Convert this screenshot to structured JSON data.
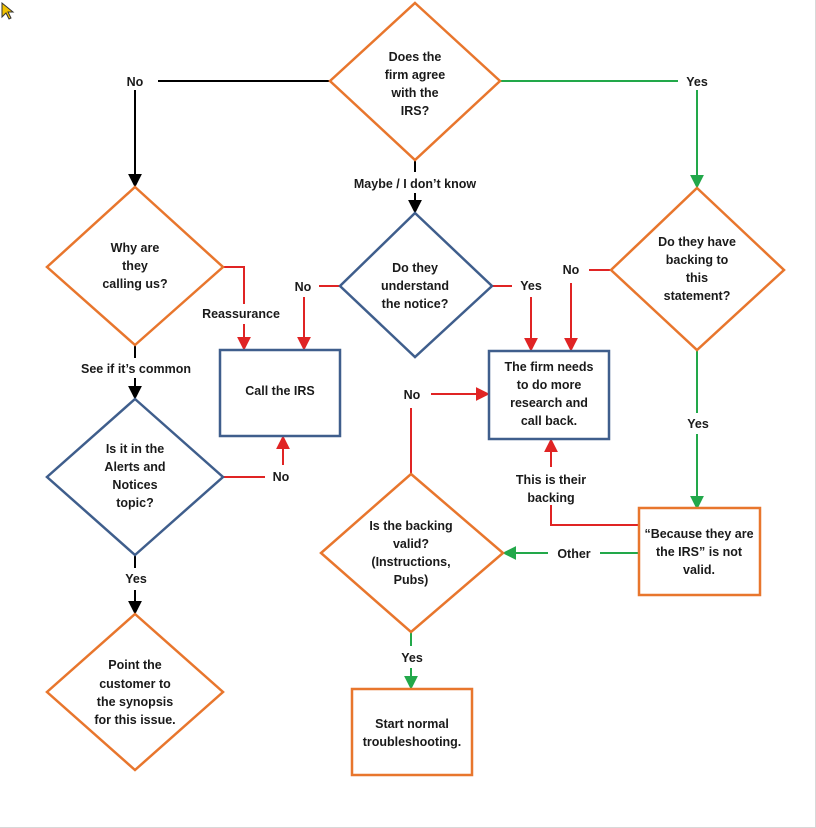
{
  "colors": {
    "orange": "#E8762D",
    "blue": "#3F5E8C",
    "black": "#000000",
    "red": "#E02424",
    "green": "#22A84A",
    "text": "#1a1a1a"
  },
  "nodes": {
    "agree": [
      "Does the",
      "firm agree",
      "with the",
      "IRS?"
    ],
    "why_calling": [
      "Why are",
      "they",
      "calling us?"
    ],
    "understand": [
      "Do they",
      "understand",
      "the notice?"
    ],
    "have_backing": [
      "Do they have",
      "backing to",
      "this",
      "statement?"
    ],
    "call_irs": [
      "Call the IRS"
    ],
    "firm_research": [
      "The firm needs",
      "to do more",
      "research and",
      "call back."
    ],
    "alerts_topic": [
      "Is it in the",
      "Alerts and",
      "Notices",
      "topic?"
    ],
    "backing_valid": [
      "Is the backing",
      "valid?",
      "(Instructions,",
      "Pubs)"
    ],
    "because_irs": [
      "“Because they are",
      "the IRS” is not",
      "valid."
    ],
    "point_synopsis": [
      "Point the",
      "customer to",
      "the synopsis",
      "for this issue."
    ],
    "start_troubleshooting": [
      "Start normal",
      "troubleshooting."
    ]
  },
  "edge_labels": {
    "agree_no": "No",
    "agree_yes": "Yes",
    "agree_maybe": "Maybe / I don’t know",
    "reassurance": "Reassurance",
    "understand_no": "No",
    "understand_yes": "Yes",
    "backing_no": "No",
    "backing_yes": "Yes",
    "see_common": "See if it’s common",
    "alerts_no": "No",
    "alerts_yes": "Yes",
    "valid_no": "No",
    "this_is_backing_1": "This is their",
    "this_is_backing_2": "backing",
    "other": "Other",
    "valid_yes": "Yes"
  }
}
